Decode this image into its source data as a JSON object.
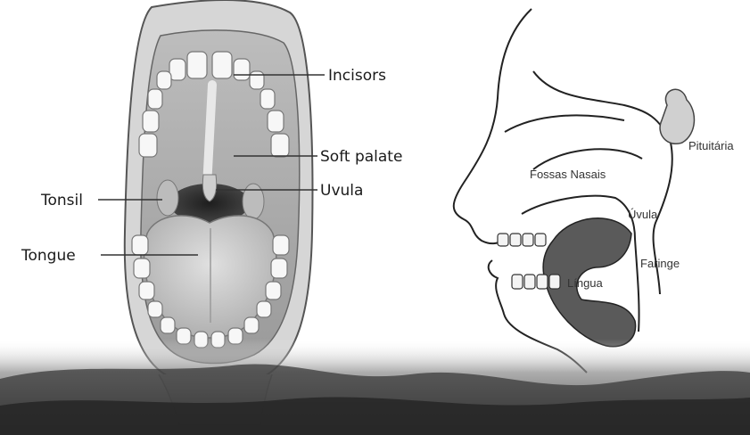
{
  "mouth_diagram": {
    "labels": {
      "incisors": "Incisors",
      "soft_palate": "Soft palate",
      "uvula": "Uvula",
      "tonsil": "Tonsil",
      "tongue": "Tongue"
    }
  },
  "head_section_diagram": {
    "labels": {
      "pituitaria": "Pituitária",
      "fossas_nasais": "Fossas Nasais",
      "uvula": "Úvula",
      "faringe": "Faringe",
      "lingua": "Língua"
    }
  },
  "colors": {
    "label_text": "#1a1a1a",
    "tongue": "#c9c9c9",
    "throat_dark": "#3a3a3a",
    "ground_dark": "#2e2e2e"
  }
}
